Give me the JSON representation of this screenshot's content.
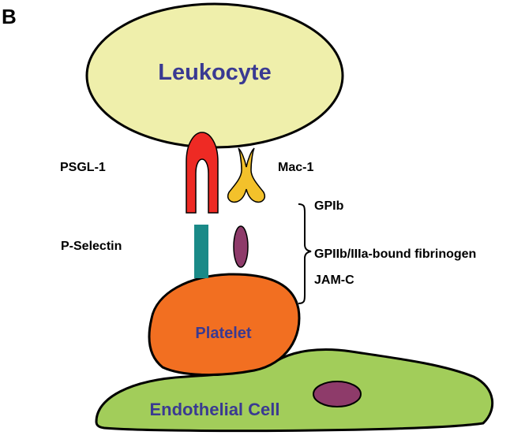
{
  "panel_label": "B",
  "cells": {
    "leukocyte": "Leukocyte",
    "platelet": "Platelet",
    "endothelial": "Endothelial Cell"
  },
  "receptors": {
    "psgl1": "PSGL-1",
    "mac1": "Mac-1",
    "p_selectin": "P-Selectin"
  },
  "ligands": [
    "GPIb",
    "GPIIb/IIIa-bound fibrinogen",
    "JAM-C"
  ],
  "colors": {
    "leukocyte_fill": "#efefab",
    "platelet_fill": "#f26f21",
    "endothelial_fill": "#a2cd5a",
    "psgl1": "#ee2a24",
    "mac1": "#f3c12b",
    "p_selectin": "#1a8a88",
    "ligand_oval": "#8e3b6a",
    "nucleus": "#8e3b6a",
    "cell_label": "#3a3a92"
  }
}
